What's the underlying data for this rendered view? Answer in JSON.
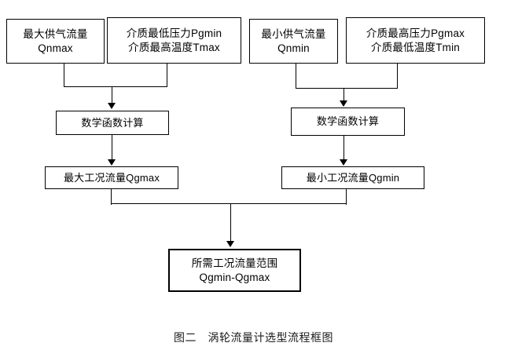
{
  "figure": {
    "caption": "图二　涡轮流量计选型流程框图",
    "background_color": "#ffffff",
    "line_color": "#000000",
    "text_color": "#000000"
  },
  "nodes": {
    "max_supply_flow": {
      "line1": "最大供气流量",
      "line2": "Qnmax"
    },
    "medium_min_pressure_max_temp": {
      "line1": "介质最低压力Pgmin",
      "line2": "介质最高温度Tmax"
    },
    "min_supply_flow": {
      "line1": "最小供气流量",
      "line2": "Qnmin"
    },
    "medium_max_pressure_min_temp": {
      "line1": "介质最高压力Pgmax",
      "line2": "介质最低温度Tmin"
    },
    "math_calc_left": {
      "line1": "数学函数计算"
    },
    "math_calc_right": {
      "line1": "数学函数计算"
    },
    "qgmax": {
      "line1": "最大工况流量Qgmax"
    },
    "qgmin": {
      "line1": "最小工况流量Qgmin"
    },
    "required_range": {
      "line1": "所需工况流量范围",
      "line2": "Qgmin-Qgmax"
    }
  }
}
